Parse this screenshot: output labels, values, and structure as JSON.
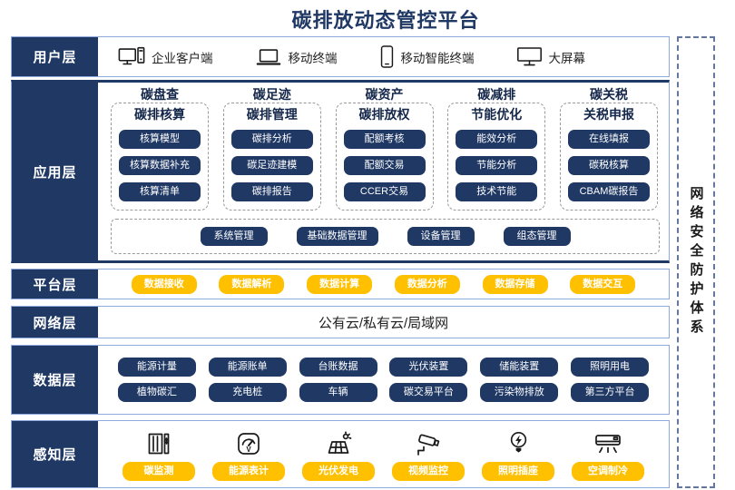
{
  "title": "碳排放动态管控平台",
  "security_sidebar": {
    "label": "网络安全防护体系"
  },
  "colors": {
    "navy": "#1F3864",
    "yellow": "#FFC000",
    "band_border": "#8FAADC",
    "dashed_gray": "#9a9a9a"
  },
  "layers": {
    "user": {
      "label": "用户层",
      "items": [
        {
          "icon": "desktop-pc-icon",
          "label": "企业客户端"
        },
        {
          "icon": "laptop-icon",
          "label": "移动终端"
        },
        {
          "icon": "smartphone-icon",
          "label": "移动智能终端"
        },
        {
          "icon": "big-screen-icon",
          "label": "大屏幕"
        }
      ]
    },
    "app": {
      "label": "应用层",
      "columns": [
        {
          "header": "碳盘查",
          "title": "碳排核算",
          "buttons": [
            "核算模型",
            "核算数据补充",
            "核算清单"
          ]
        },
        {
          "header": "碳足迹",
          "title": "碳排管理",
          "buttons": [
            "碳排分析",
            "碳足迹建模",
            "碳排报告"
          ]
        },
        {
          "header": "碳资产",
          "title": "碳排放权",
          "buttons": [
            "配额考核",
            "配额交易",
            "CCER交易"
          ]
        },
        {
          "header": "碳减排",
          "title": "节能优化",
          "buttons": [
            "能效分析",
            "节能分析",
            "技术节能"
          ]
        },
        {
          "header": "碳关税",
          "title": "关税申报",
          "buttons": [
            "在线填报",
            "碳税核算",
            "CBAM碳报告"
          ]
        }
      ],
      "common_buttons": [
        "系统管理",
        "基础数据管理",
        "设备管理",
        "组态管理"
      ]
    },
    "platform": {
      "label": "平台层",
      "buttons": [
        "数据接收",
        "数据解析",
        "数据计算",
        "数据分析",
        "数据存储",
        "数据交互"
      ]
    },
    "network": {
      "label": "网络层",
      "content": "公有云/私有云/局域网"
    },
    "data": {
      "label": "数据层",
      "rows": [
        [
          "能源计量",
          "能源账单",
          "台账数据",
          "光伏装置",
          "储能装置",
          "照明用电"
        ],
        [
          "植物碳汇",
          "充电桩",
          "车辆",
          "碳交易平台",
          "污染物排放",
          "第三方平台"
        ]
      ]
    },
    "perception": {
      "label": "感知层",
      "items": [
        {
          "icon": "carbon-monitor-icon",
          "label": "碳监测"
        },
        {
          "icon": "energy-meter-icon",
          "label": "能源表计"
        },
        {
          "icon": "solar-power-icon",
          "label": "光伏发电"
        },
        {
          "icon": "cctv-icon",
          "label": "视频监控"
        },
        {
          "icon": "light-socket-icon",
          "label": "照明插座"
        },
        {
          "icon": "air-conditioner-icon",
          "label": "空调制冷"
        }
      ]
    }
  }
}
